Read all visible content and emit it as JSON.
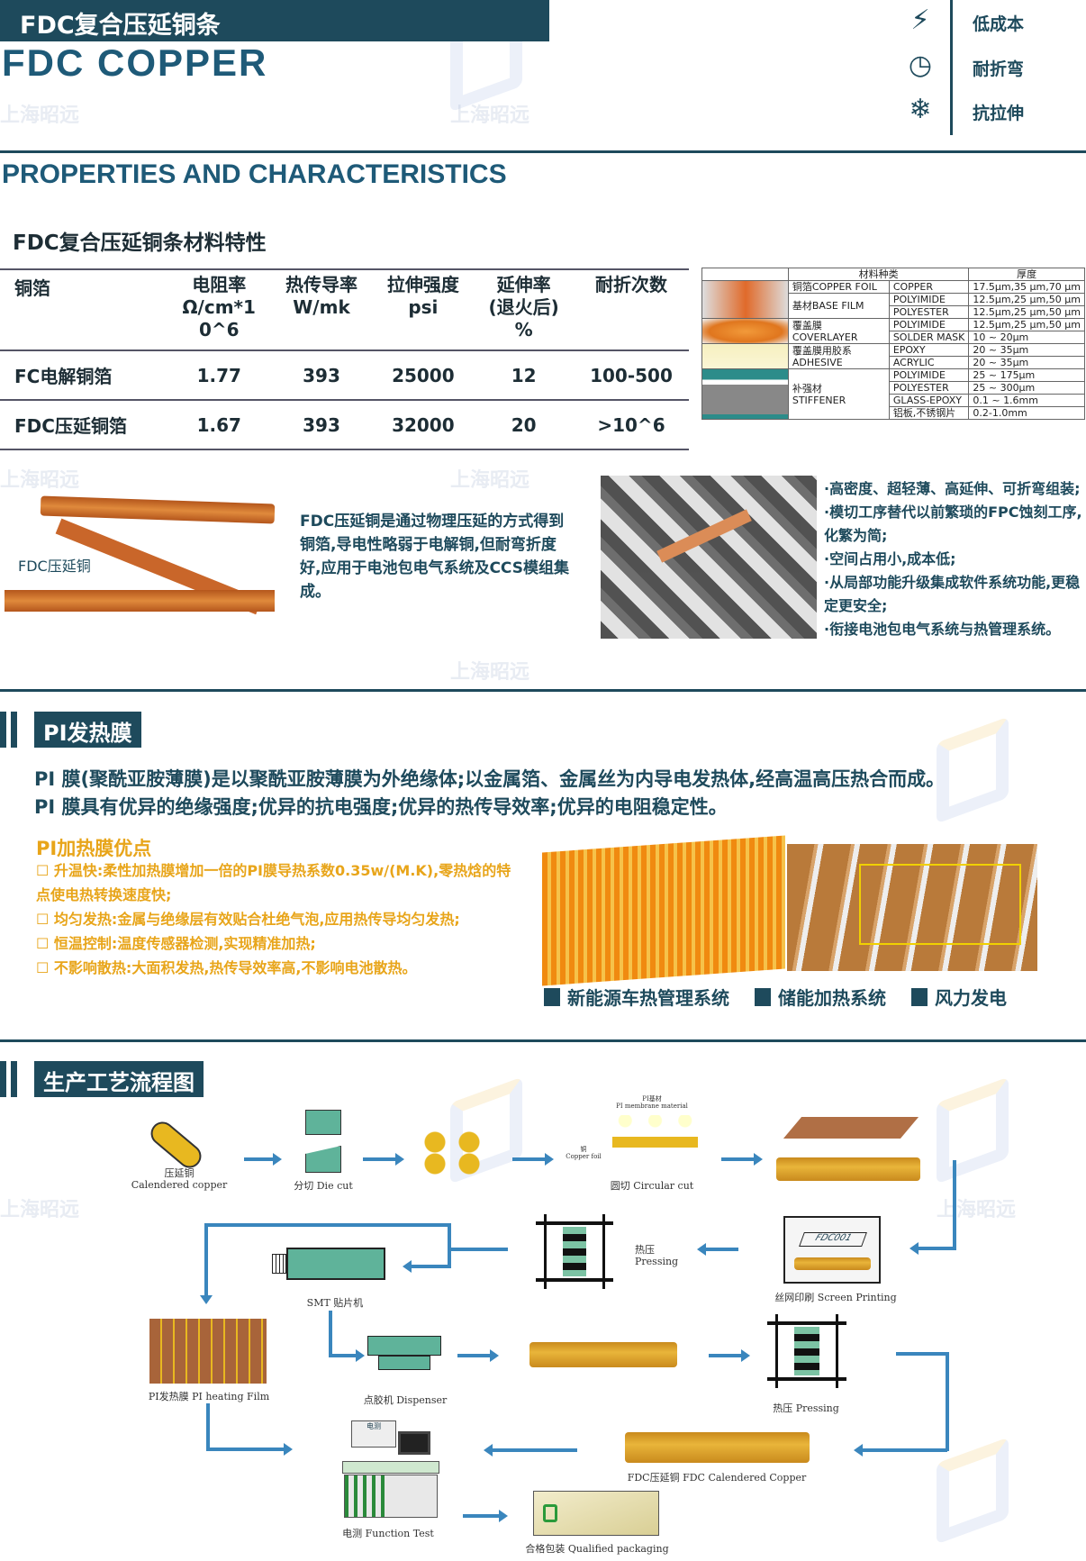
{
  "header": {
    "title_cn": "FDC复合压延铜条",
    "title_en": "FDC COPPER",
    "features": [
      {
        "icon": "lightning-battery-icon",
        "label": "低成本"
      },
      {
        "icon": "clock-bend-icon",
        "label": "耐折弯"
      },
      {
        "icon": "snowflake-icon",
        "label": "抗拉伸"
      }
    ]
  },
  "watermark": "上海昭远",
  "properties": {
    "heading": "PROPERTIES AND CHARACTERISTICS",
    "subheading": "FDC复合压延铜条材料特性",
    "columns": [
      "铜箔",
      "电阻率\nΩ/cm*1\n0^6",
      "热传导率\nW/mk",
      "拉伸强度\npsi",
      "延伸率\n(退火后)\n%",
      "耐折次数"
    ],
    "rows": [
      [
        "FC电解铜箔",
        "1.77",
        "393",
        "25000",
        "12",
        "100-500"
      ],
      [
        "FDC压延铜箔",
        "1.67",
        "393",
        "32000",
        "20",
        ">10^6"
      ]
    ]
  },
  "materials": {
    "header_type": "材料种类",
    "header_thickness": "厚度",
    "groups": [
      {
        "name": "铜箔COPPER FOIL",
        "items": [
          [
            "COPPER",
            "17.5μm,35 μm,70 μm"
          ]
        ]
      },
      {
        "name": "基材BASE FILM",
        "items": [
          [
            "POLYIMIDE",
            "12.5μm,25 μm,50 μm"
          ],
          [
            "POLYESTER",
            "12.5μm,25 μm,50 μm"
          ]
        ]
      },
      {
        "name": "覆盖膜\nCOVERLAYER",
        "items": [
          [
            "POLYIMIDE",
            "12.5μm,25 μm,50 μm"
          ],
          [
            "SOLDER MASK",
            "10 ~ 20μm"
          ]
        ]
      },
      {
        "name": "覆盖膜用胶系\nADHESIVE",
        "items": [
          [
            "EPOXY",
            "20 ~ 35μm"
          ],
          [
            "ACRYLIC",
            "20 ~ 35μm"
          ]
        ]
      },
      {
        "name": "补强材\nSTIFFENER",
        "items": [
          [
            "POLYIMIDE",
            "25 ~ 175μm"
          ],
          [
            "POLYESTER",
            "25 ~ 300μm"
          ],
          [
            "GLASS-EPOXY",
            "0.1 ~ 1.6mm"
          ],
          [
            "铝板,不锈钢片",
            "0.2-1.0mm"
          ]
        ]
      }
    ]
  },
  "intro": {
    "image_label": "FDC压延铜",
    "description": "FDC压延铜是通过物理压延的方式得到铜箔,导电性略弱于电解铜,但耐弯折度好,应用于电池包电气系统及CCS模组集成。",
    "bullets": [
      "·高密度、超轻薄、高延伸、可折弯组装;",
      "·模切工序替代以前繁琐的FPC蚀刻工序,化繁为简;",
      "·空间占用小,成本低;",
      "·从局部功能升级集成软件系统功能,更稳定更安全;",
      "·衔接电池包电气系统与热管理系统。"
    ]
  },
  "pi": {
    "section_title": "PI发热膜",
    "description": [
      "PI 膜(聚酰亚胺薄膜)是以聚酰亚胺薄膜为外绝缘体;以金属箔、金属丝为内导电发热体,经高温高压热合而成。",
      "PI 膜具有优异的绝缘强度;优异的抗电强度;优异的热传导效率;优异的电阻稳定性。"
    ],
    "advantages_title": "PI加热膜优点",
    "advantages": [
      "☐ 升温快:柔性加热膜增加一倍的PI膜导热系数0.35w/(M.K),零热焓的特点使电热转换速度快;",
      "☐ 均匀发热:金属与绝缘层有效贴合杜绝气泡,应用热传导均匀发热;",
      "☐ 恒温控制:温度传感器检测,实现精准加热;",
      "☐ 不影响散热:大面积发热,热传导效率高,不影响电池散热。"
    ],
    "applications": [
      "新能源车热管理系统",
      "储能加热系统",
      "风力发电"
    ]
  },
  "process": {
    "section_title": "生产工艺流程图",
    "steps": {
      "calendered": "压延铜\nCalendered copper",
      "diecut": "分切 Die cut",
      "circular": "圆切 Circular cut",
      "pi_material": "PI基材\nPI membrane material",
      "copper_foil": "铜\nCopper foil",
      "screen": "丝网印刷 Screen Printing",
      "screen_text": "FDC001",
      "pressing1": "热压\nPressing",
      "smt": "SMT 贴片机",
      "pi_film": "PI发热膜  PI heating Film",
      "dispenser": "点胶机 Dispenser",
      "pressing2": "热压 Pressing",
      "fdc": "FDC压延铜  FDC Calendered Copper",
      "test": "电测 Function Test",
      "test_screen": "电测",
      "packaging": "合格包装 Qualified packaging"
    }
  }
}
